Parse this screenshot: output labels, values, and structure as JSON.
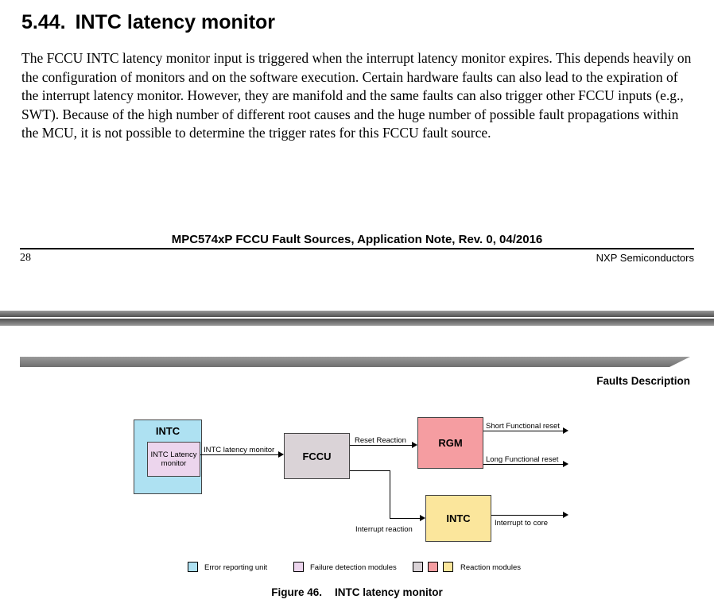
{
  "page1": {
    "heading_number": "5.44.",
    "heading_title": "INTC latency monitor",
    "body": "The FCCU INTC latency monitor input is triggered when the interrupt latency monitor expires. This depends heavily on the configuration of monitors and on the software execution. Certain hardware faults can also lead to the expiration of the interrupt latency monitor. However, they are manifold and the same faults can also trigger other FCCU inputs (e.g., SWT). Because of the high number of different root causes and the huge number of possible fault propagations within the MCU, it is not possible to determine the trigger rates for this FCCU fault source.",
    "footer_title": "MPC574xP FCCU Fault Sources, Application Note, Rev. 0, 04/2016",
    "page_number": "28",
    "publisher": "NXP Semiconductors"
  },
  "page2": {
    "section_header": "Faults Description",
    "diagram": {
      "blocks": {
        "error_unit": "INTC",
        "detector": "INTC Latency monitor",
        "fccu": "FCCU",
        "rgm": "RGM",
        "intc_reaction": "INTC"
      },
      "labels": {
        "fault_input": "INTC latency monitor",
        "reset_reaction": "Reset Reaction",
        "short_reset": "Short Functional reset",
        "long_reset": "Long Functional reset",
        "interrupt_reaction": "Interrupt reaction",
        "interrupt_to_core": "Interrupt to core"
      },
      "colors": {
        "error_reporting": "#aee1f2",
        "failure_detection": "#ecd5ed",
        "reaction_gray": "#dad3d7",
        "reaction_red": "#f59da1",
        "reaction_yellow": "#fbe69c"
      },
      "legend": [
        {
          "label": "Error reporting unit"
        },
        {
          "label": "Failure detection modules"
        },
        {
          "label": "Reaction modules"
        }
      ]
    },
    "figure_caption": {
      "prefix": "Figure 46.",
      "title": "INTC latency monitor"
    }
  }
}
